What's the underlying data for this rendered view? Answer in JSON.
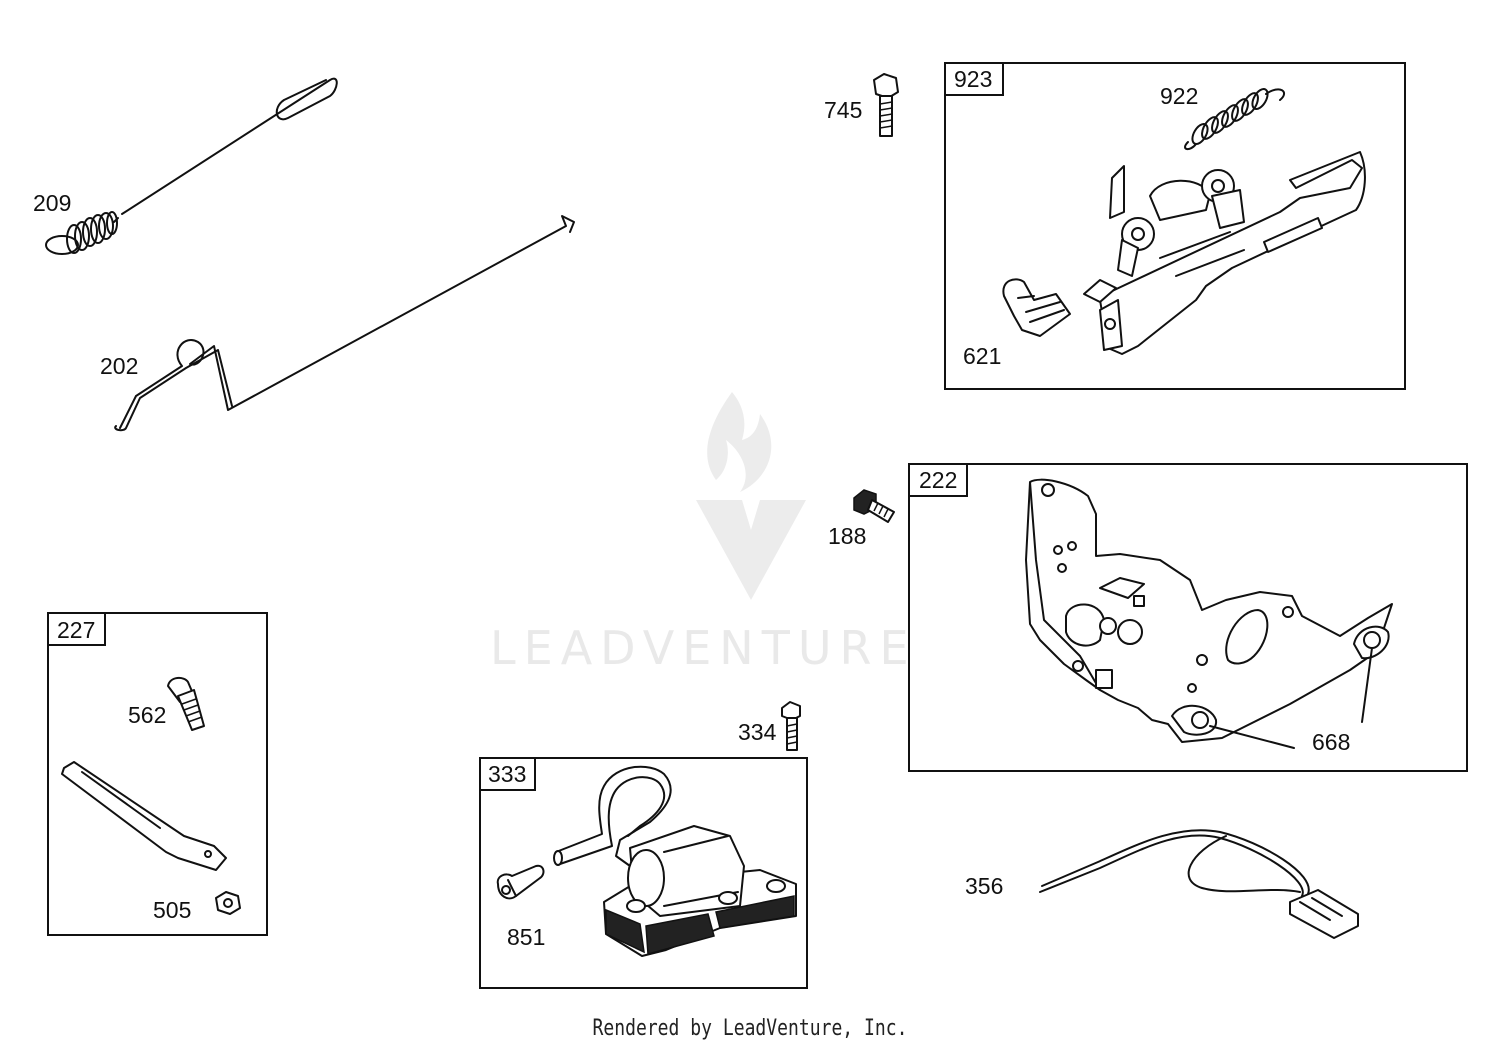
{
  "watermark": {
    "text": "LEADVENTURE"
  },
  "footer": {
    "text": "Rendered by LeadVenture, Inc."
  },
  "groups": [
    {
      "id": "923",
      "label": "923"
    },
    {
      "id": "222",
      "label": "222"
    },
    {
      "id": "227",
      "label": "227"
    },
    {
      "id": "333",
      "label": "333"
    }
  ],
  "parts": [
    {
      "id": "209",
      "label": "209"
    },
    {
      "id": "202",
      "label": "202"
    },
    {
      "id": "745",
      "label": "745"
    },
    {
      "id": "922",
      "label": "922"
    },
    {
      "id": "621",
      "label": "621"
    },
    {
      "id": "188",
      "label": "188"
    },
    {
      "id": "668",
      "label": "668"
    },
    {
      "id": "562",
      "label": "562"
    },
    {
      "id": "505",
      "label": "505"
    },
    {
      "id": "334",
      "label": "334"
    },
    {
      "id": "851",
      "label": "851"
    },
    {
      "id": "356",
      "label": "356"
    }
  ]
}
